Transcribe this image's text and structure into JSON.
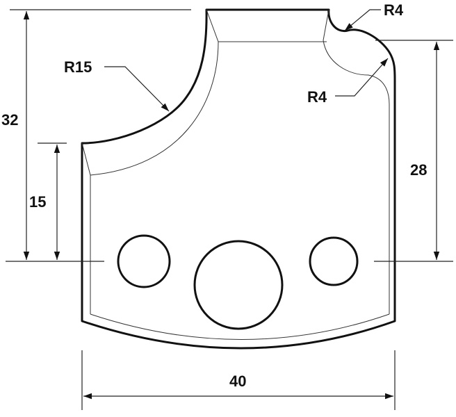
{
  "diagram": {
    "type": "cutter-profile-drawing",
    "dimensions": {
      "overall_height": "32",
      "lower_height": "15",
      "right_height": "28",
      "width": "40"
    },
    "radii": {
      "large_arc": "R15",
      "top_right_outer": "R4",
      "top_right_inner": "R4"
    }
  }
}
